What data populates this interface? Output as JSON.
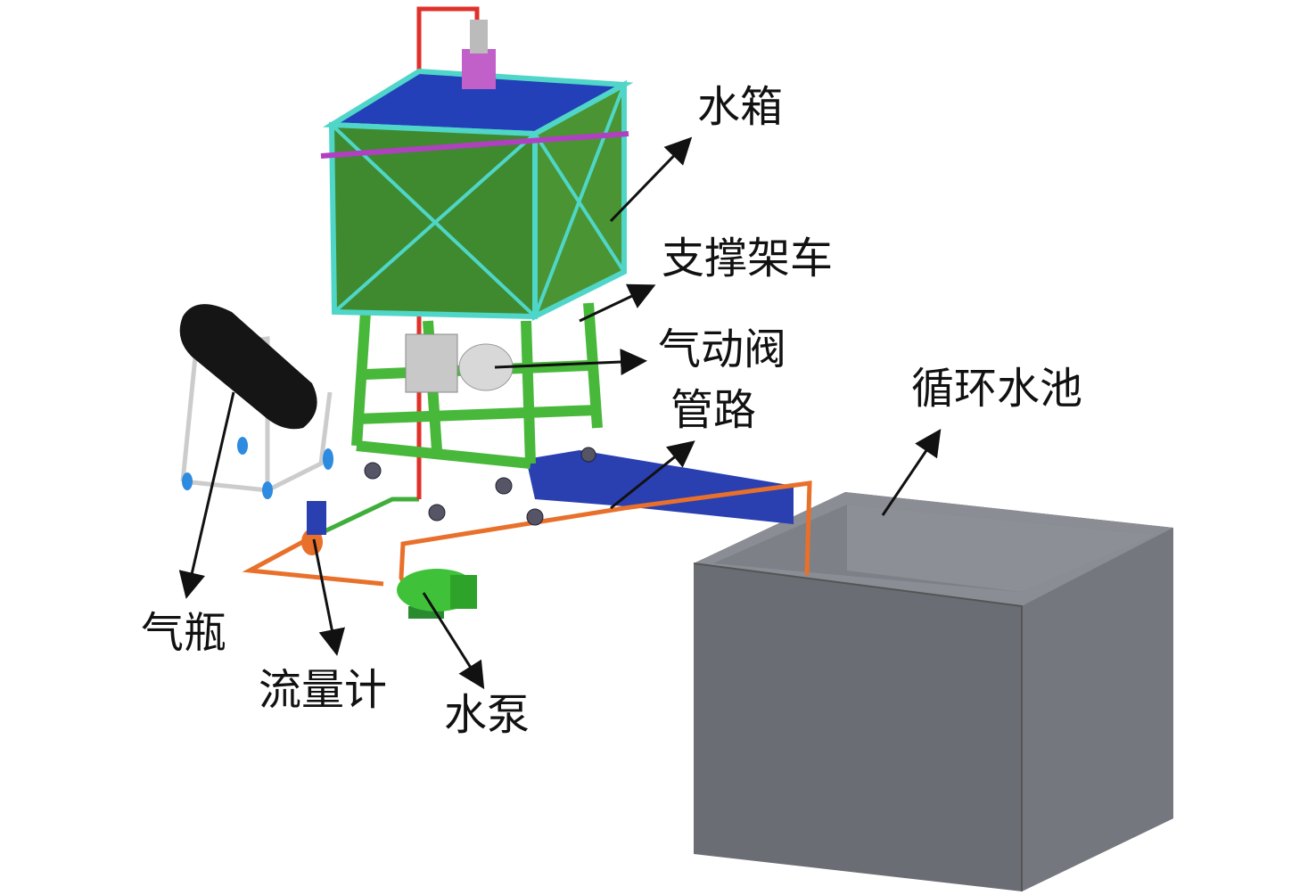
{
  "labels": {
    "water_tank": "水箱",
    "support_cart": "支撑架车",
    "pneumatic_valve": "气动阀",
    "pipeline": "管路",
    "circulating_pool": "循环水池",
    "gas_cylinder": "气瓶",
    "flow_meter": "流量计",
    "water_pump": "水泵"
  },
  "colors": {
    "tank_green": "#3f8a2e",
    "frame_cyan": "#4fd6c8",
    "lid_blue": "#2340b8",
    "pipe_red": "#e0302a",
    "pipe_orange": "#e8702a",
    "channel_blue": "#2a3fb0",
    "pool_gray": "#6a6d74",
    "pump_green": "#3fc23a",
    "arrow": "#111111"
  }
}
